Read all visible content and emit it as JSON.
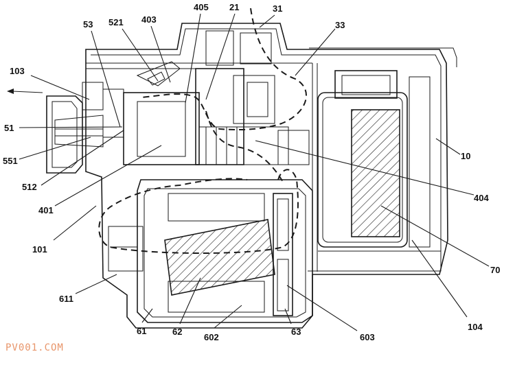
{
  "labels": {
    "l53": "53",
    "l521": "521",
    "l403": "403",
    "l405": "405",
    "l21": "21",
    "l31": "31",
    "l33": "33",
    "l103": "103",
    "l51": "51",
    "l551": "551",
    "l512": "512",
    "l401": "401",
    "l101": "101",
    "l611": "611",
    "l10": "10",
    "l404": "404",
    "l70": "70",
    "l104": "104",
    "l61": "61",
    "l62": "62",
    "l602": "602",
    "l63": "63",
    "l603": "603"
  },
  "watermark": "PV001.COM"
}
